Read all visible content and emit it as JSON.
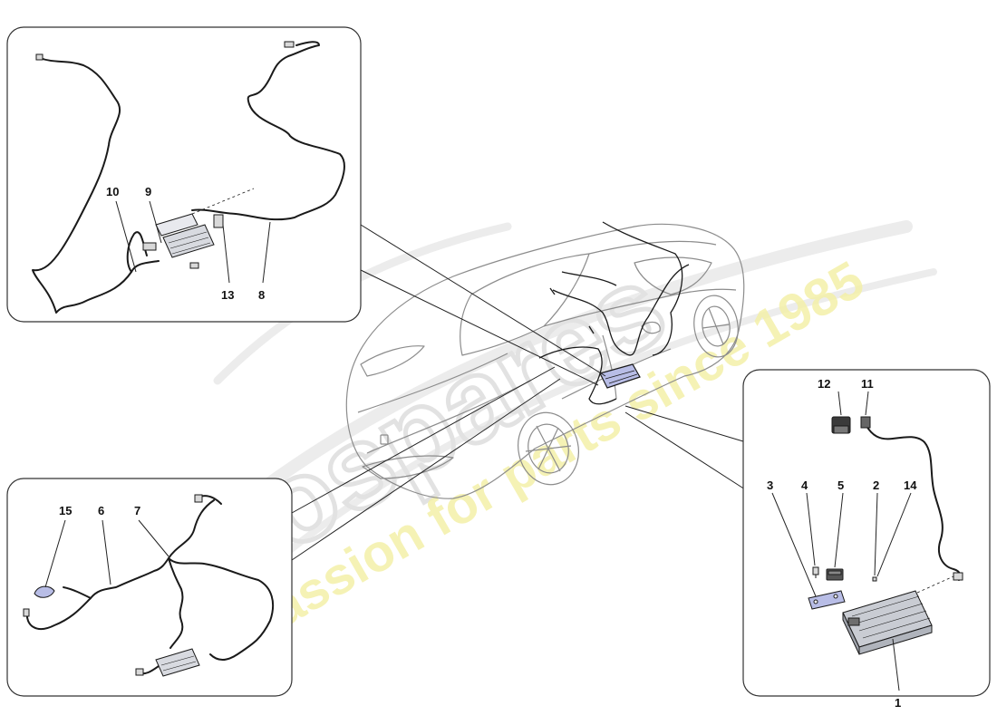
{
  "watermark": {
    "brand": "eurospares",
    "tagline": "a passion for parts since 1985"
  },
  "panels": {
    "top_left": {
      "callouts": {
        "c10": "10",
        "c9": "9",
        "c13": "13",
        "c8": "8"
      }
    },
    "bottom_left": {
      "callouts": {
        "c15": "15",
        "c6": "6",
        "c7": "7"
      }
    },
    "right": {
      "callouts": {
        "c12": "12",
        "c11": "11",
        "c3": "3",
        "c4": "4",
        "c5": "5",
        "c2": "2",
        "c14": "14",
        "c1": "1"
      }
    }
  },
  "colors": {
    "panel_border": "#333333",
    "line": "#1a1a1a",
    "car_outline": "#8c8c8c",
    "watermark_gray": "#e6e6e6",
    "watermark_yellow": "#f3f0a8",
    "part_fill": "#c9ccd3",
    "highlight_fill": "#b8bde6"
  }
}
